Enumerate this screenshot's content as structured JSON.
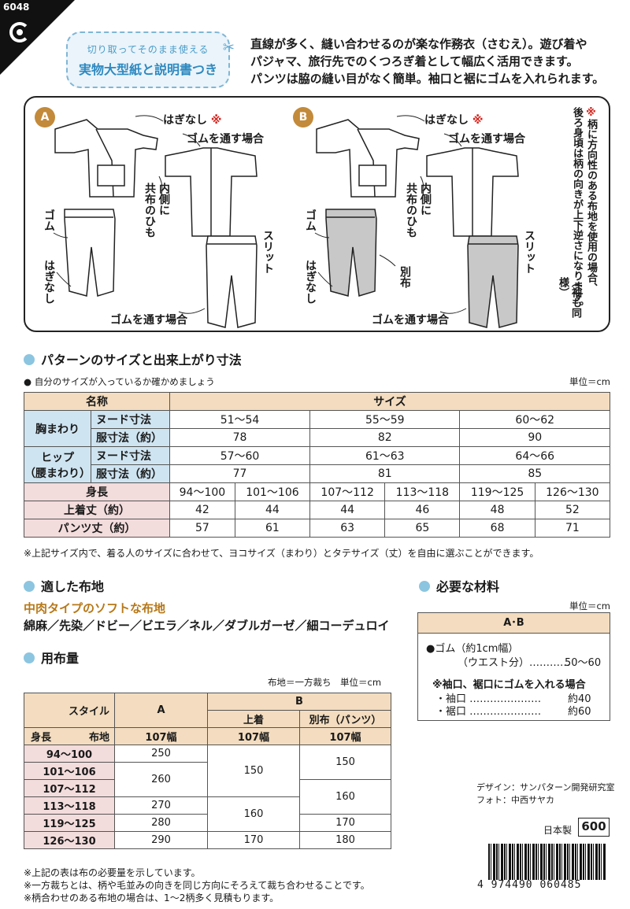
{
  "badge": {
    "code": "6048"
  },
  "cutout": {
    "line1": "切り取ってそのまま使える",
    "line2": "実物大型紙と説明書つき"
  },
  "intro": [
    "直線が多く、縫い合わせるのが楽な作務衣（さむえ）。遊び着や",
    "パジャマ、旅行先でのくつろぎ着として幅広く活用できます。",
    "パンツは脇の縫い目がなく簡単。袖口と裾にゴムを入れられます。"
  ],
  "illustration": {
    "a_mark": "A",
    "b_mark": "B",
    "a_no_seam": "はぎなし",
    "a_no_seam_mark": "※",
    "a_elastic_top": "ゴムを通す場合",
    "a_inside": "内側に",
    "a_tie": "共布のひも",
    "a_elastic": "ゴム",
    "a_noseam2": "はぎなし",
    "a_slit": "スリット",
    "a_elastic_bottom": "ゴムを通す場合",
    "b_no_seam": "はぎなし",
    "b_no_seam_mark": "※",
    "b_elastic_top": "ゴムを通す場合",
    "b_inside": "内側に",
    "b_tie": "共布のひも",
    "b_elastic": "ゴム",
    "b_noseam2": "はぎなし",
    "b_sep": "別布",
    "b_slit": "スリット",
    "b_elastic_bottom": "ゴムを通す場合",
    "note_mark": "※",
    "note1": "柄に方向性のある布地を使用の場合、",
    "note2": "後ろ身頃は柄の向きが上下逆さになります。",
    "note3": "（袖も同様）"
  },
  "size_section": {
    "title": "パターンのサイズと出来上がり寸法",
    "check": "● 自分のサイズが入っているか確かめましょう",
    "unit": "単位＝cm",
    "name_header": "名称",
    "size_header": "サイズ",
    "chest": "胸まわり",
    "hip": "ヒップ",
    "hip_sub": "（腰まわり）",
    "nude": "ヌード寸法",
    "garment": "服寸法（約）",
    "chest_nude": [
      "51〜54",
      "55〜59",
      "60〜62"
    ],
    "chest_garment": [
      "78",
      "82",
      "90"
    ],
    "hip_nude": [
      "57〜60",
      "61〜63",
      "64〜66"
    ],
    "hip_garment": [
      "77",
      "81",
      "85"
    ],
    "height_label": "身長",
    "heights": [
      "94〜100",
      "101〜106",
      "107〜112",
      "113〜118",
      "119〜125",
      "126〜130"
    ],
    "jacket_label": "上着丈（約）",
    "jacket": [
      "42",
      "44",
      "44",
      "46",
      "48",
      "52"
    ],
    "pants_label": "パンツ丈（約）",
    "pants": [
      "57",
      "61",
      "63",
      "65",
      "68",
      "71"
    ],
    "note": "※上記サイズ内で、着る人のサイズに合わせて、ヨコサイズ（まわり）とタテサイズ（丈）を自由に選ぶことができます。"
  },
  "fabric_section": {
    "title": "適した布地",
    "type": "中肉タイプのソフトな布地",
    "list": "綿麻／先染／ドビー／ビエラ／ネル／ダブルガーゼ／細コーデュロイ"
  },
  "yardage": {
    "title": "用布量",
    "unit": "布地＝一方裁ち　単位＝cm",
    "style_label": "スタイル",
    "fabric_label": "布地",
    "height_label": "身長",
    "col_a": "A",
    "col_b": "B",
    "b_jacket": "上着",
    "b_sep": "別布（パンツ）",
    "width": "107幅",
    "heights": [
      "94〜100",
      "101〜106",
      "107〜112",
      "113〜118",
      "119〜125",
      "126〜130"
    ],
    "a_vals": [
      "250",
      "260",
      "270",
      "280",
      "290"
    ],
    "b_jacket_vals": [
      "150",
      "160",
      "170"
    ],
    "b_sep_vals": [
      "150",
      "160",
      "170",
      "180"
    ],
    "notes": [
      "※上記の表は布の必要量を示しています。",
      "※一方裁ちとは、柄や毛並みの向きを同じ方向にそろえて裁ち合わせることです。",
      "※柄合わせのある布地の場合は、1〜2柄多く見積もります。"
    ]
  },
  "materials": {
    "title": "必要な材料",
    "unit": "単位＝cm",
    "header": "A･B",
    "elastic": "●ゴム（約1cm幅）",
    "waist": "（ウエスト分）…………",
    "waist_val": "50〜60",
    "cuff_note": "※袖口、裾口にゴムを入れる場合",
    "sleeve": "・袖口 …………………",
    "sleeve_val": "約40",
    "hem": "・裾口 …………………",
    "hem_val": "約60"
  },
  "credits": {
    "design": "デザイン：サンパターン開発研究室",
    "photo": "フォト：中西サヤカ"
  },
  "price": {
    "made_in": "日本製",
    "value": "600"
  },
  "barcode_number": "4 974490 060485"
}
